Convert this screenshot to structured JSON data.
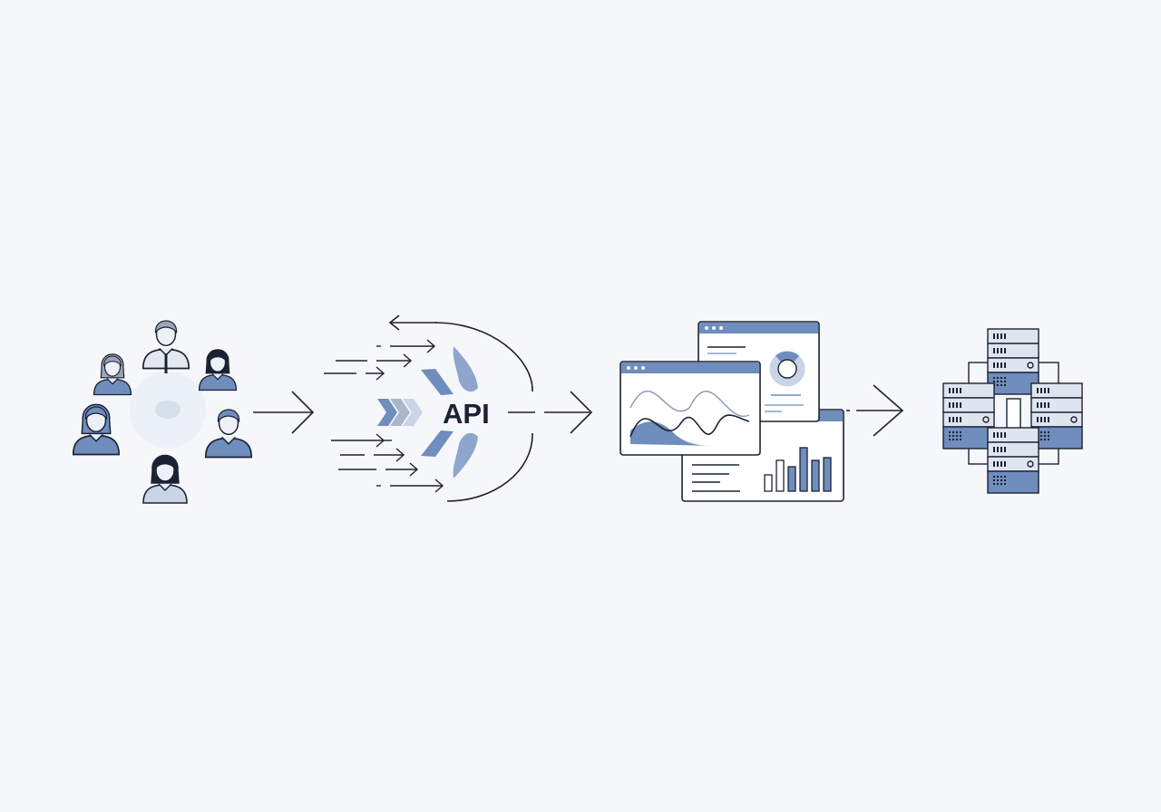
{
  "diagram": {
    "stages": [
      {
        "id": "users",
        "icon": "users-group-icon"
      },
      {
        "id": "api",
        "label": "API",
        "icon": "api-gateway-icon"
      },
      {
        "id": "dashboards",
        "icon": "analytics-dashboard-icon"
      },
      {
        "id": "servers",
        "icon": "server-cluster-icon"
      }
    ],
    "colors": {
      "background": "#f5f7fb",
      "accent": "#6f8dbd",
      "light": "#c9d4e6",
      "stroke": "#1b2233"
    }
  }
}
